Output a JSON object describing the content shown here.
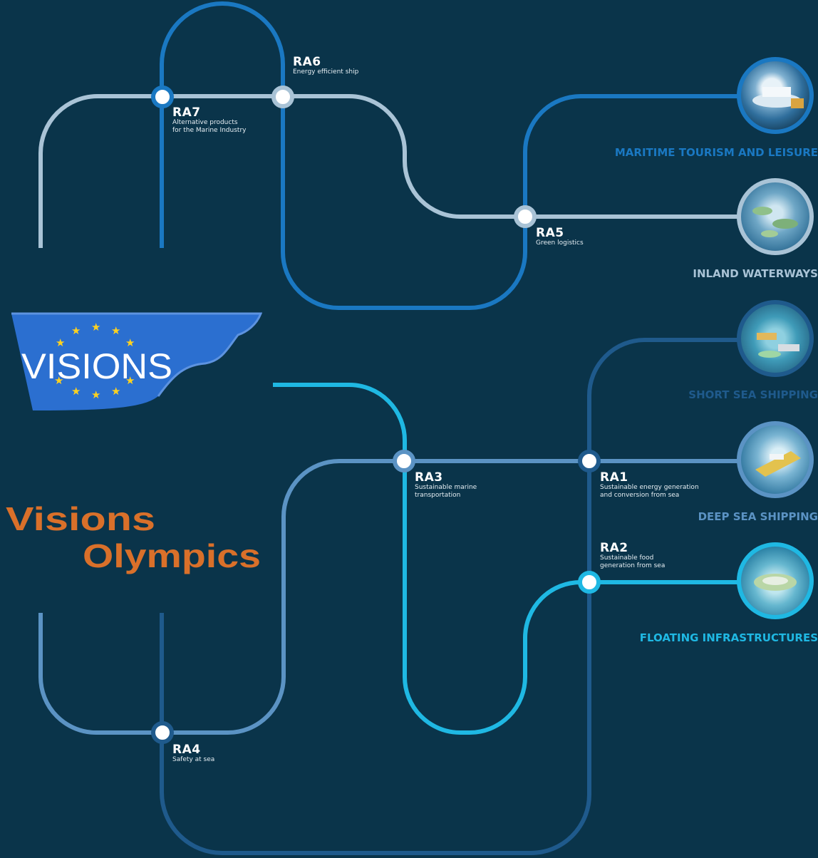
{
  "nodes": [
    {
      "id": "RA6",
      "code": "RA6",
      "desc": "Energy efficient ship"
    },
    {
      "id": "RA7",
      "code": "RA7",
      "desc": "Alternative products\nfor the Marine Industry"
    },
    {
      "id": "RA5",
      "code": "RA5",
      "desc": "Green logistics"
    },
    {
      "id": "RA3",
      "code": "RA3",
      "desc": "Sustainable marine\n transportation"
    },
    {
      "id": "RA1",
      "code": "RA1",
      "desc": "Sustainable energy generation\nand conversion from sea"
    },
    {
      "id": "RA2",
      "code": "RA2",
      "desc": "Sustainable food\ngeneration from sea"
    },
    {
      "id": "RA4",
      "code": "RA4",
      "desc": "Safety at sea"
    }
  ],
  "sectors": [
    {
      "label": "MARITIME TOURISM AND LEISURE",
      "color": "#1a78c2"
    },
    {
      "label": "INLAND WATERWAYS",
      "color": "#a9c3d6"
    },
    {
      "label": "SHORT SEA SHIPPING",
      "color": "#1f5a8c"
    },
    {
      "label": "DEEP SEA SHIPPING",
      "color": "#5b93c4"
    },
    {
      "label": "FLOATING INFRASTRUCTURES",
      "color": "#1fb8e3"
    }
  ],
  "logos": {
    "visions_text": "VISIONS",
    "visions_olympics_line1": "Visions",
    "visions_olympics_line2": "Olympics"
  },
  "colors": {
    "background": "#0a344a",
    "line_blue": "#1a78c2",
    "line_light": "#a9c3d6",
    "line_dark": "#1f5a8c",
    "line_mid": "#5b93c4",
    "line_cyan": "#1fb8e3"
  }
}
